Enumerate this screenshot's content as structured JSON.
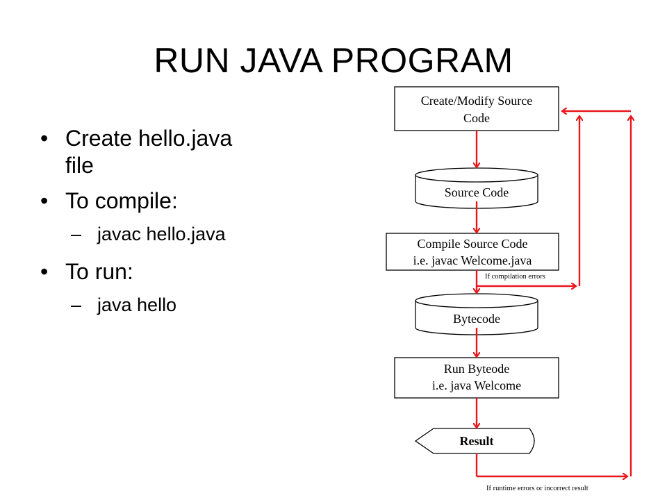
{
  "slide": {
    "title": "RUN JAVA PROGRAM",
    "bullets": [
      {
        "text": "Create hello.java file",
        "line1": "Create hello.java",
        "line2": "file",
        "subs": []
      },
      {
        "text": "To compile:",
        "subs": [
          "javac hello.java"
        ]
      },
      {
        "text": "To run:",
        "subs": [
          "java hello"
        ]
      }
    ]
  },
  "diagram": {
    "nodes": {
      "create": {
        "line1": "Create/Modify Source",
        "line2": "Code"
      },
      "source": {
        "label": "Source Code"
      },
      "compile": {
        "line1": "Compile Source Code",
        "line2": "i.e. javac Welcome.java"
      },
      "bytecode": {
        "label": "Bytecode"
      },
      "run": {
        "line1": "Run Byteode",
        "line2": "i.e. java Welcome"
      },
      "result": {
        "label": "Result"
      }
    },
    "loops": {
      "compile_errors": "If compilation errors",
      "runtime_errors": "If runtime errors or incorrect result"
    },
    "colors": {
      "arrow": "#e8171c",
      "shape": "#000000"
    }
  }
}
